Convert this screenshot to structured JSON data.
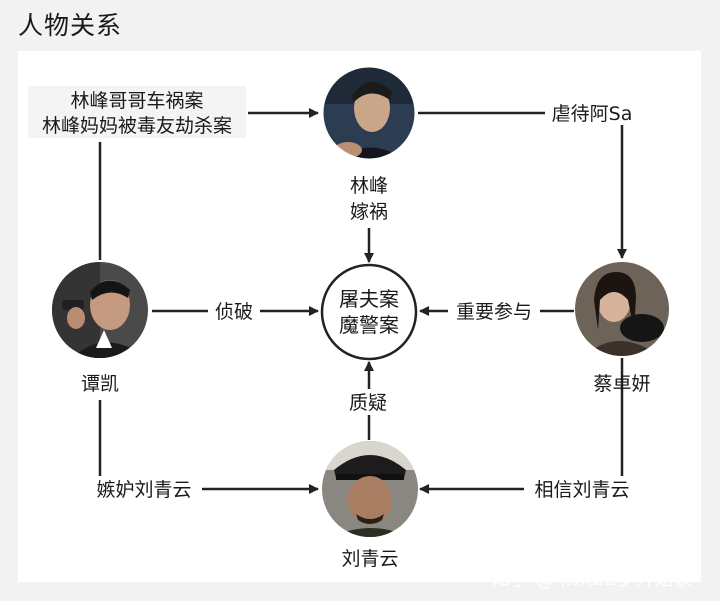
{
  "title": "人物关系",
  "center": {
    "line1": "屠夫案",
    "line2": "魔警案"
  },
  "persons": {
    "top": {
      "name": "林峰"
    },
    "left": {
      "name": "谭凯"
    },
    "right": {
      "name": "蔡卓妍"
    },
    "bottom": {
      "name": "刘青云"
    }
  },
  "relations": {
    "case_note": {
      "line1": "林峰哥哥车祸案",
      "line2": "林峰妈妈被毒友劫杀案"
    },
    "mistreat": "虐待阿Sa",
    "frame": "嫁祸",
    "investigate": "侦破",
    "participate": "重要参与",
    "suspect": "质疑",
    "jealous": "嫉妒刘青云",
    "trust": "相信刘青云"
  },
  "colors": {
    "line": "#222222",
    "background": "#f2f2f2",
    "panel": "#ffffff"
  },
  "watermark": "知乎 @书从22岁开始读"
}
